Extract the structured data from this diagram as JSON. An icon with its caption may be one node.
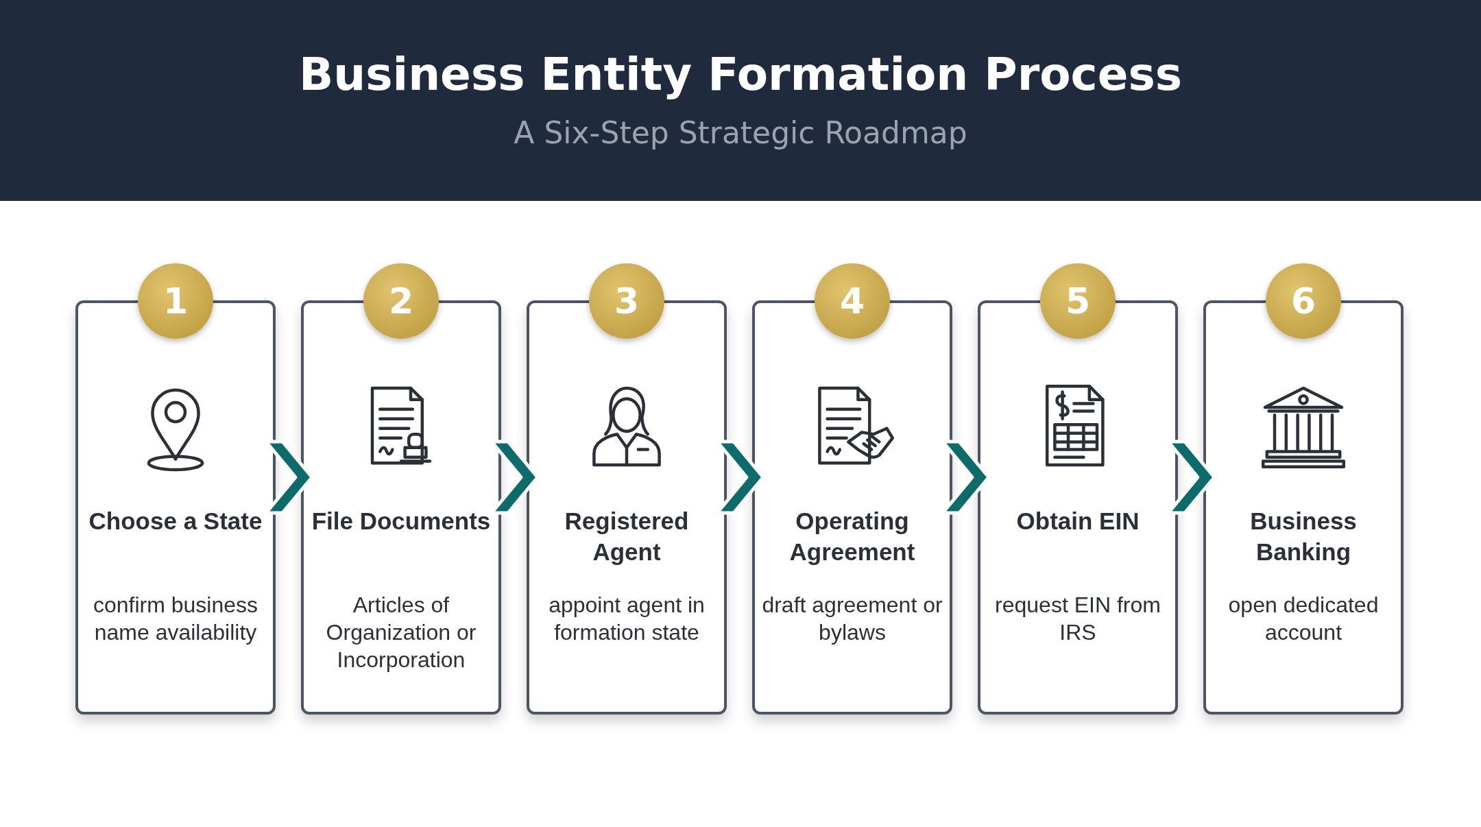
{
  "diagram": {
    "title": "Business Entity Formation Process",
    "caption": "A Six-Step Strategic Roadmap",
    "nodes": [
      {
        "text": [
          "1",
          "Choose a State",
          "confirm business name availability"
        ]
      },
      {
        "text": [
          "2",
          "File Documents",
          "Articles of Organization or Incorporation"
        ]
      },
      {
        "text": [
          "3",
          "Registered Agent",
          "appoint agent in formation state"
        ]
      },
      {
        "text": [
          "4",
          "Operating Agreement",
          "draft agreement or bylaws"
        ]
      },
      {
        "text": [
          "5",
          "Obtain EIN",
          "request EIN from IRS"
        ]
      },
      {
        "text": [
          "6",
          "Business Banking",
          "open dedicated account"
        ]
      }
    ],
    "edges": [
      {
        "from": 0,
        "to": 1,
        "arrow": "to"
      },
      {
        "from": 1,
        "to": 2,
        "arrow": "to"
      },
      {
        "from": 2,
        "to": 3,
        "arrow": "to"
      },
      {
        "from": 3,
        "to": 4,
        "arrow": "to"
      },
      {
        "from": 4,
        "to": 5,
        "arrow": "to"
      }
    ]
  }
}
